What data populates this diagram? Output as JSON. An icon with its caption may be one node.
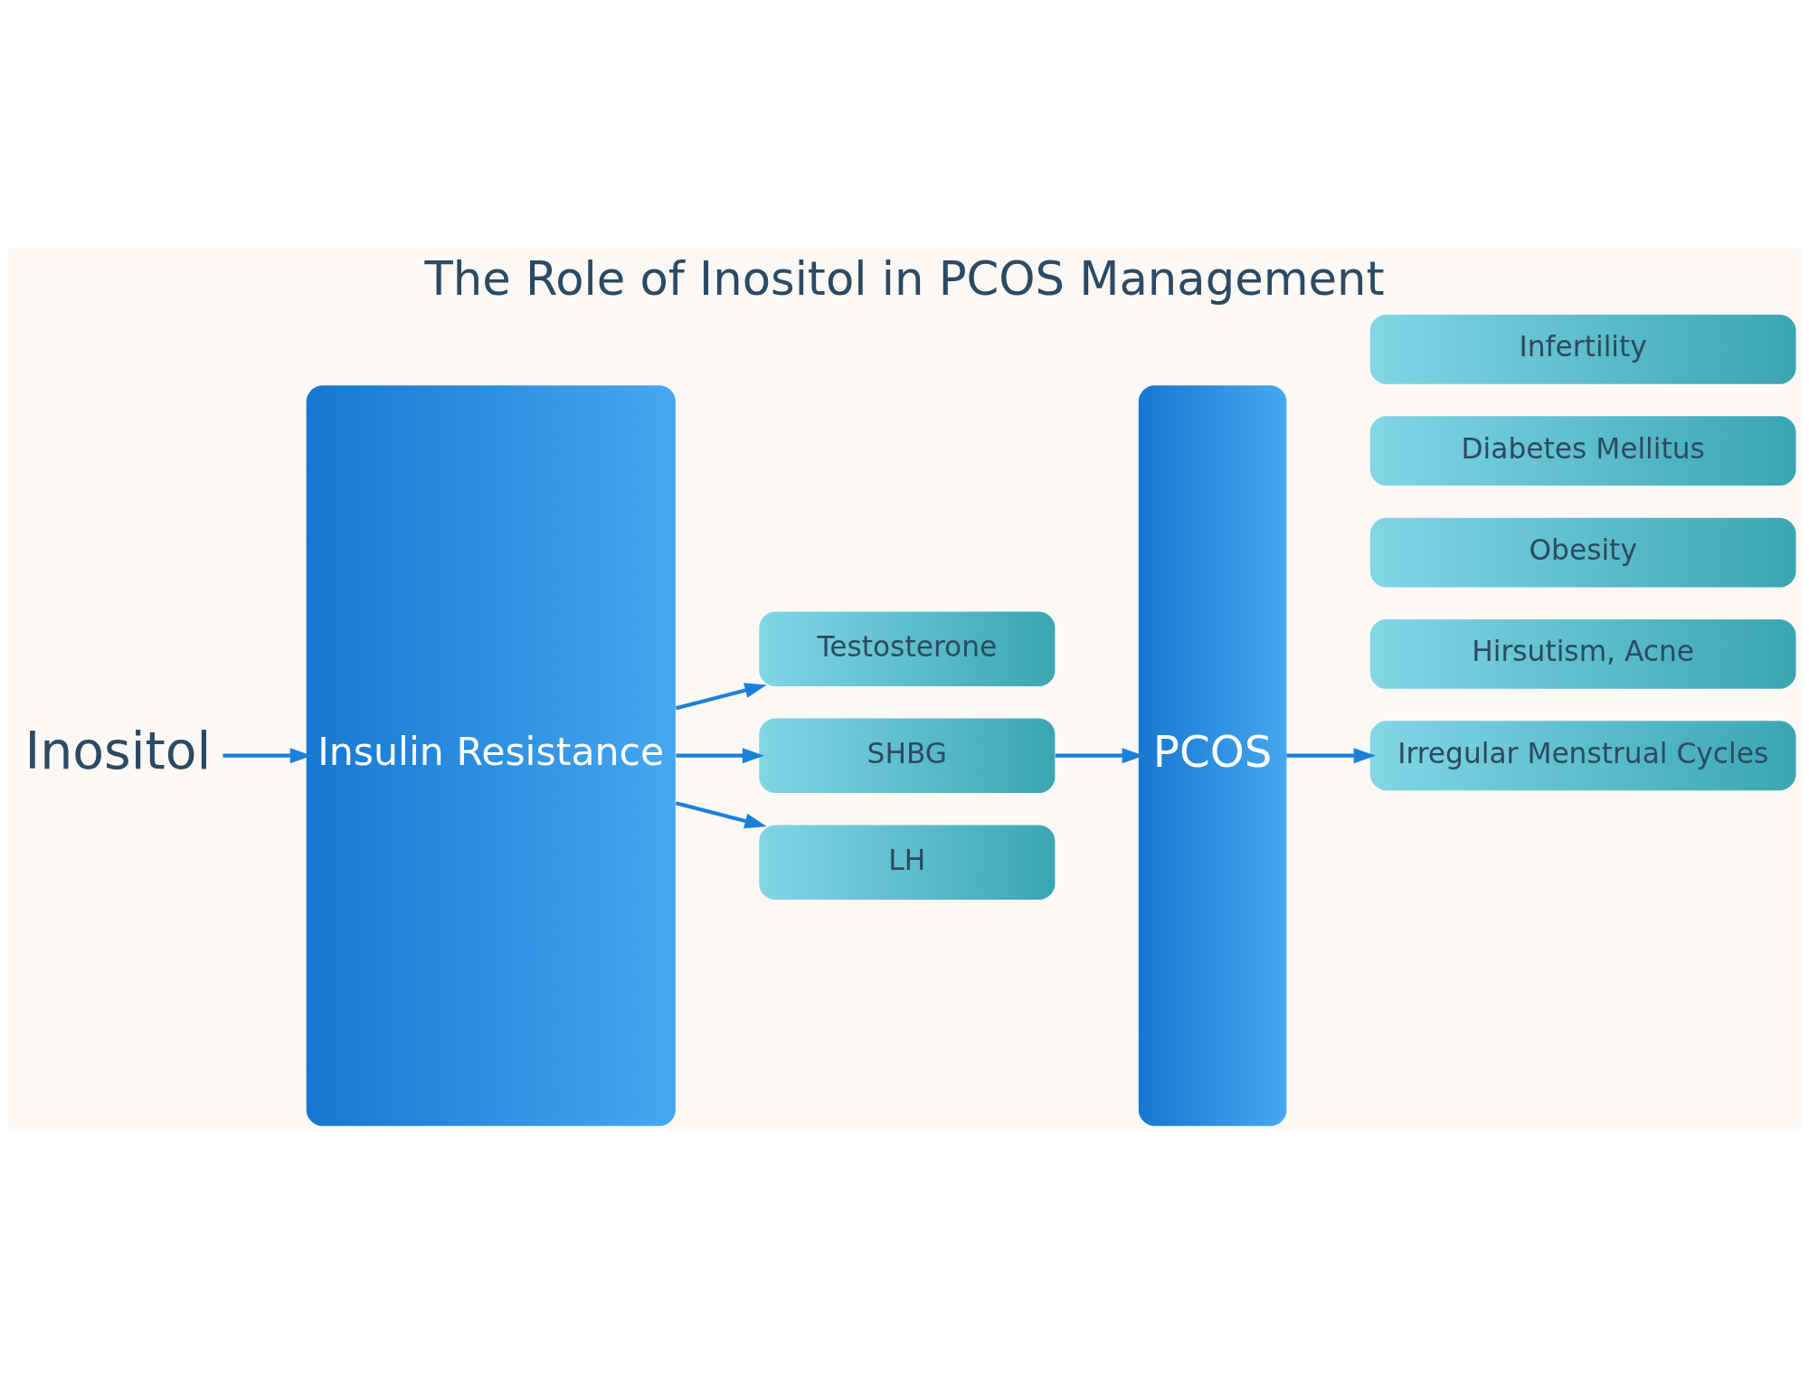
{
  "diagram": {
    "title": "The Role of Inositol in PCOS Management",
    "nodes": [
      {
        "text": [
          "Inositol"
        ]
      },
      {
        "text": [
          "Insulin Resistance"
        ]
      },
      {
        "text": [
          "Testosterone"
        ]
      },
      {
        "text": [
          "SHBG"
        ]
      },
      {
        "text": [
          "LH"
        ]
      },
      {
        "text": [
          "PCOS"
        ]
      },
      {
        "text": [
          "Hirsutism, Acne"
        ]
      },
      {
        "text": [
          "Obesity"
        ]
      },
      {
        "text": [
          "Irregular Menstrual Cycles"
        ]
      },
      {
        "text": [
          "Diabetes Mellitus"
        ]
      },
      {
        "text": [
          "Infertility"
        ]
      }
    ],
    "edges": [
      {
        "from": 0,
        "to": 1,
        "arrow": "to"
      },
      {
        "from": 1,
        "to": 2,
        "arrow": "to"
      },
      {
        "from": 1,
        "to": 3,
        "arrow": "to"
      },
      {
        "from": 1,
        "to": 4,
        "arrow": "to"
      },
      {
        "from": 3,
        "to": 5,
        "arrow": "to"
      },
      {
        "from": 5,
        "to": 8,
        "arrow": "to"
      }
    ]
  }
}
